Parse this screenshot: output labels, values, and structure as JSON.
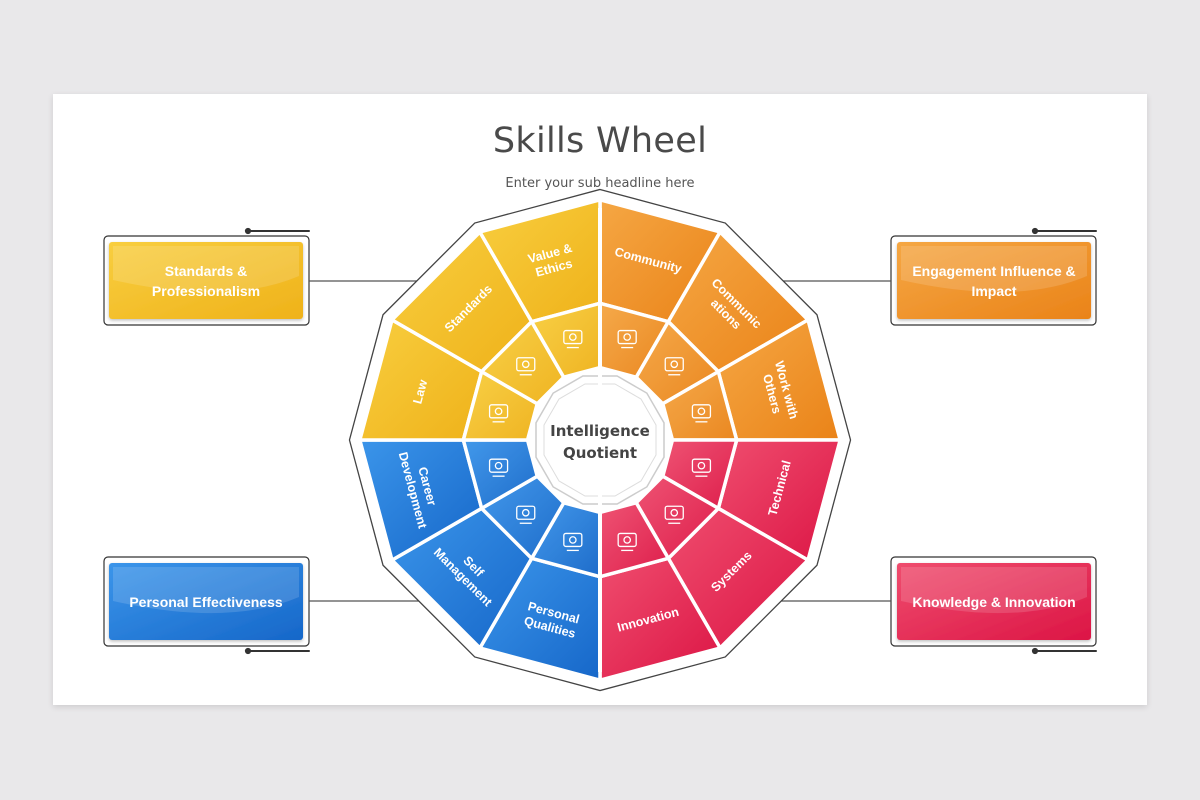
{
  "title": "Skills Wheel",
  "subtitle": "Enter your sub headline here",
  "center_label": "Intelligence Quotient",
  "colors": {
    "yellow": "#f5c22c",
    "orange": "#f29a2e",
    "red": "#e8345d",
    "blue": "#2a84df"
  },
  "groups": [
    {
      "label": "Standards & Professionalism",
      "color": "yellow"
    },
    {
      "label": "Engagement Influence & Impact",
      "color": "orange"
    },
    {
      "label": "Personal Effectiveness",
      "color": "blue"
    },
    {
      "label": "Knowledge & Innovation",
      "color": "red"
    }
  ],
  "segments": [
    {
      "label": "Community",
      "color": "orange",
      "icon": "team-icon"
    },
    {
      "label": "Communic ations",
      "color": "orange",
      "icon": "megaphone-icon"
    },
    {
      "label": "Work with Others",
      "color": "orange",
      "icon": "collaboration-icon"
    },
    {
      "label": "Technical",
      "color": "red",
      "icon": "technical-document-icon"
    },
    {
      "label": "Systems",
      "color": "red",
      "icon": "computer-settings-icon"
    },
    {
      "label": "Innovation",
      "color": "red",
      "icon": "lightbulb-gear-icon"
    },
    {
      "label": "Personal Qualities",
      "color": "blue",
      "icon": "person-clipboard-icon"
    },
    {
      "label": "Self Management",
      "color": "blue",
      "icon": "self-management-icon"
    },
    {
      "label": "Career Development",
      "color": "blue",
      "icon": "career-growth-icon"
    },
    {
      "label": "Law",
      "color": "yellow",
      "icon": "scales-icon"
    },
    {
      "label": "Standards",
      "color": "yellow",
      "icon": "checklist-icon"
    },
    {
      "label": "Value & Ethics",
      "color": "yellow",
      "icon": "hands-heart-icon"
    }
  ]
}
